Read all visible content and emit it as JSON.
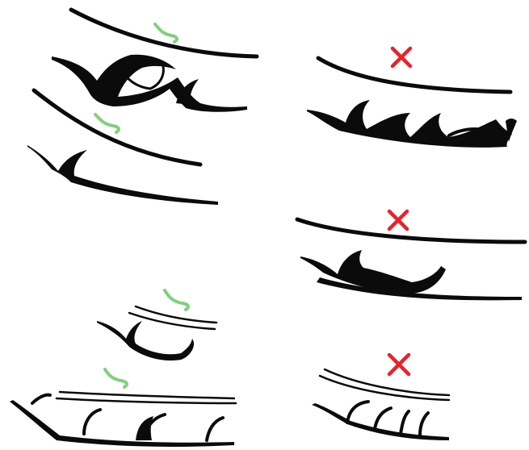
{
  "theme": {
    "background": "#ffffff",
    "ink": "#0b0b0b",
    "check_color": "#7ed27a",
    "cross_color": "#e8232a"
  },
  "examples": [
    {
      "id": "good-1",
      "verdict": "correct",
      "mark_icon": "check-mark-icon"
    },
    {
      "id": "good-2",
      "verdict": "correct",
      "mark_icon": "check-mark-icon"
    },
    {
      "id": "good-3",
      "verdict": "correct",
      "mark_icon": "check-mark-icon"
    },
    {
      "id": "good-4",
      "verdict": "correct",
      "mark_icon": "check-mark-icon"
    },
    {
      "id": "bad-1",
      "verdict": "incorrect",
      "mark_icon": "x-mark-icon"
    },
    {
      "id": "bad-2",
      "verdict": "incorrect",
      "mark_icon": "x-mark-icon"
    },
    {
      "id": "bad-3",
      "verdict": "incorrect",
      "mark_icon": "x-mark-icon"
    }
  ]
}
